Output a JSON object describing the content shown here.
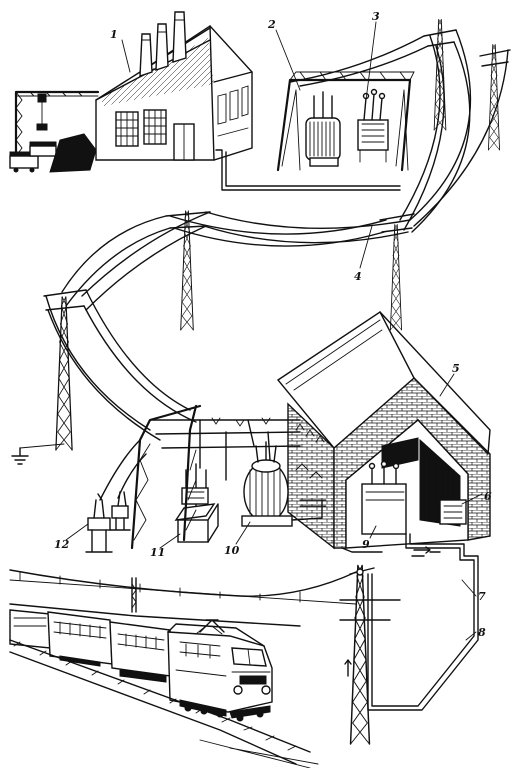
{
  "callouts": [
    {
      "id": "1",
      "text": "1",
      "subject": "power-station"
    },
    {
      "id": "2",
      "text": "2",
      "subject": "step-up-transformer"
    },
    {
      "id": "3",
      "text": "3",
      "subject": "substation-switchgear"
    },
    {
      "id": "4",
      "text": "4",
      "subject": "transmission-line"
    },
    {
      "id": "5",
      "text": "5",
      "subject": "traction-substation"
    },
    {
      "id": "6",
      "text": "6",
      "subject": "rectifier-unit"
    },
    {
      "id": "7",
      "text": "7",
      "subject": "feeder-line"
    },
    {
      "id": "8",
      "text": "8",
      "subject": "return-line"
    },
    {
      "id": "9",
      "text": "9",
      "subject": "auxiliary-transformer"
    },
    {
      "id": "10",
      "text": "10",
      "subject": "traction-transformer"
    },
    {
      "id": "11",
      "text": "11",
      "subject": "circuit-breaker"
    },
    {
      "id": "12",
      "text": "12",
      "subject": "disconnector"
    }
  ],
  "palette": {
    "ink": "#111111",
    "paper": "#ffffff"
  },
  "icons": [
    "ground-icon",
    "direction-arrow-icon"
  ]
}
